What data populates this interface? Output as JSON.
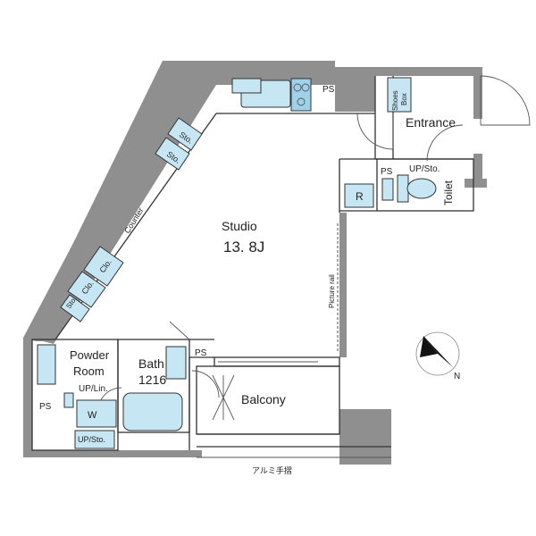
{
  "floorplan": {
    "rooms": {
      "studio": "Studio",
      "studio_size": "13. 8J",
      "entrance": "Entrance",
      "toilet": "Toilet",
      "balcony": "Balcony",
      "bath": "Bath",
      "bath_size": "1216",
      "powder_room_1": "Powder",
      "powder_room_2": "Room"
    },
    "labels": {
      "ps": "PS",
      "sto": "Sto.",
      "clo": "Clo.",
      "counter": "Counter",
      "shoes_box_1": "Shoes",
      "shoes_box_2": "Box",
      "up_sto": "UP/Sto.",
      "up_lin": "UP/Lin.",
      "refrigerator": "R",
      "washer": "W",
      "picture_rail": "Picture rail",
      "railing": "アルミ手摺"
    },
    "compass": {
      "north": "N"
    },
    "colors": {
      "wall": "#8f8f8f",
      "fixture": "#c6e6f4",
      "fixture_dark": "#9fd2ea",
      "line": "#333333"
    }
  }
}
